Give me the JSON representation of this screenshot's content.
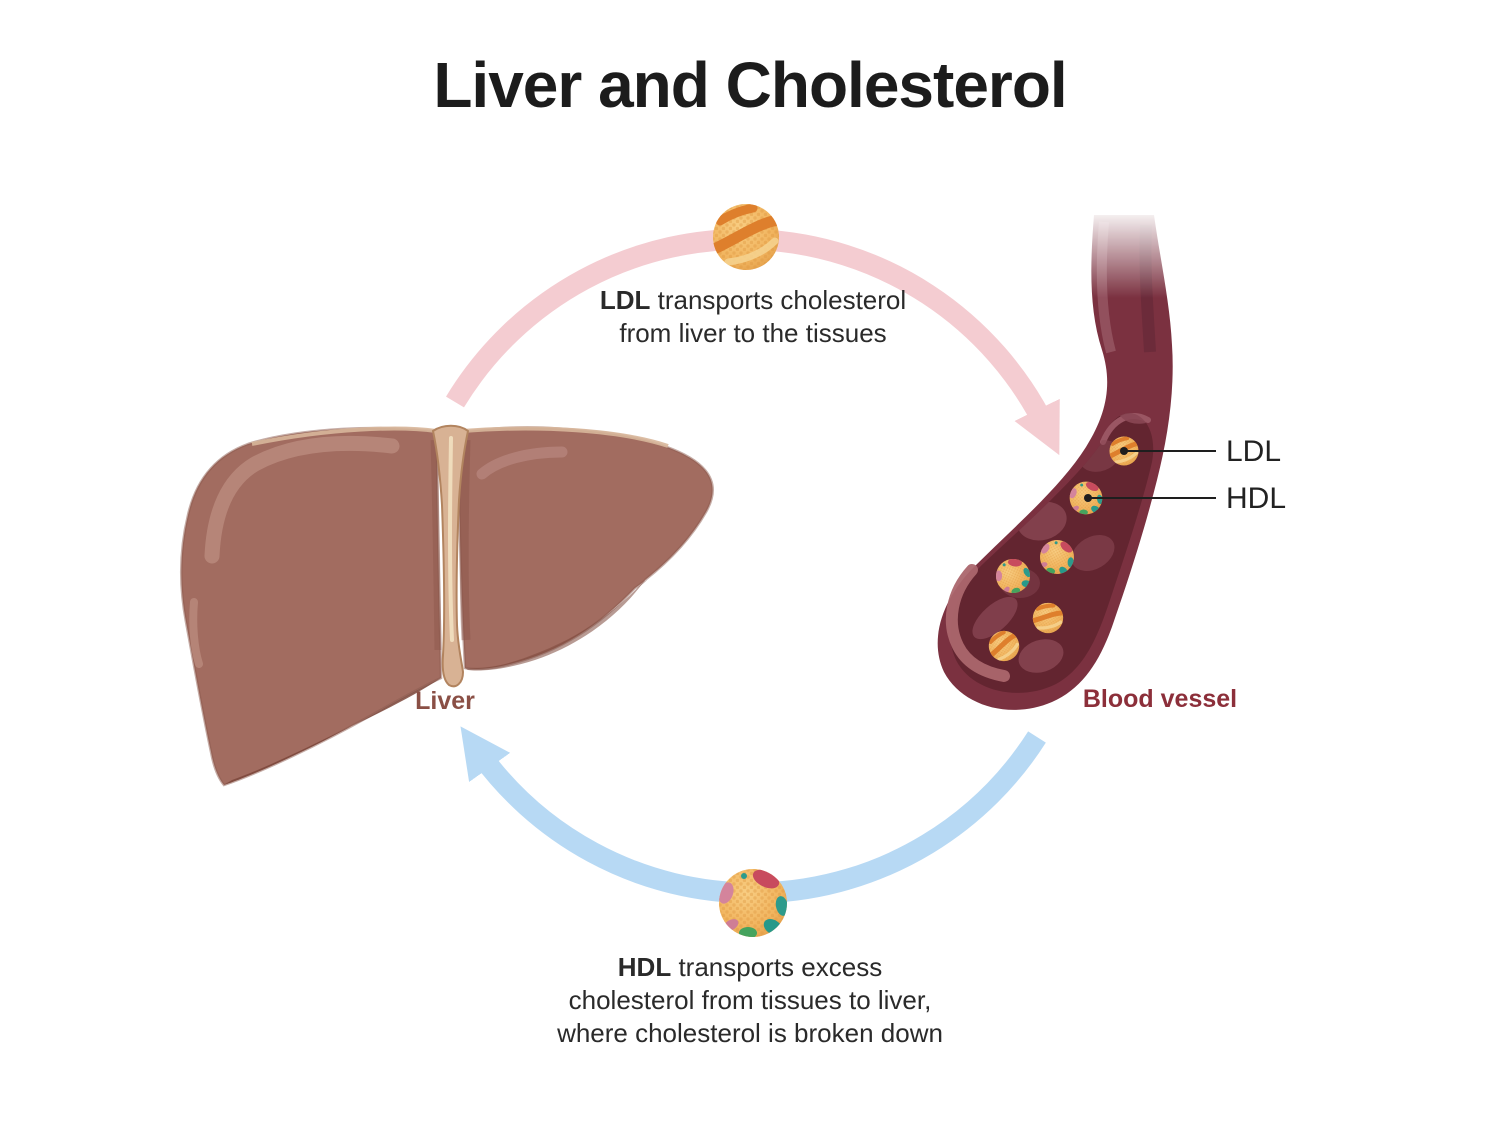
{
  "title": "Liver and Cholesterol",
  "captions": {
    "ldl": {
      "keyword": "LDL",
      "line1_rest": " transports cholesterol",
      "line2": "from liver to the tissues"
    },
    "hdl": {
      "keyword": "HDL",
      "line1_rest": " transports excess",
      "line2": "cholesterol from tissues to liver,",
      "line3": "where cholesterol is broken down"
    }
  },
  "labels": {
    "liver": "Liver",
    "blood_vessel": "Blood vessel",
    "ldl_pointer": "LDL",
    "hdl_pointer": "HDL"
  },
  "icons": {
    "ldl_particle": "ldl-lipoprotein-sphere",
    "hdl_particle": "hdl-lipoprotein-sphere",
    "pink_arrow": "clockwise-arc-arrow",
    "blue_arrow": "counter-arc-arrow"
  },
  "colors": {
    "title": "#1c1c1c",
    "body_text": "#2a2a2a",
    "pink_arrow": "#f4ccd1",
    "blue_arrow": "#b7d9f4",
    "liver_label": "#8a4f45",
    "blood_vessel_label": "#8c2f3a",
    "liver_body": "#a26c60",
    "vessel_wall": "#7b3140",
    "vessel_lumen": "#632530",
    "particle_base": "#f1b45e",
    "particle_swirl": "#de7f2c"
  }
}
